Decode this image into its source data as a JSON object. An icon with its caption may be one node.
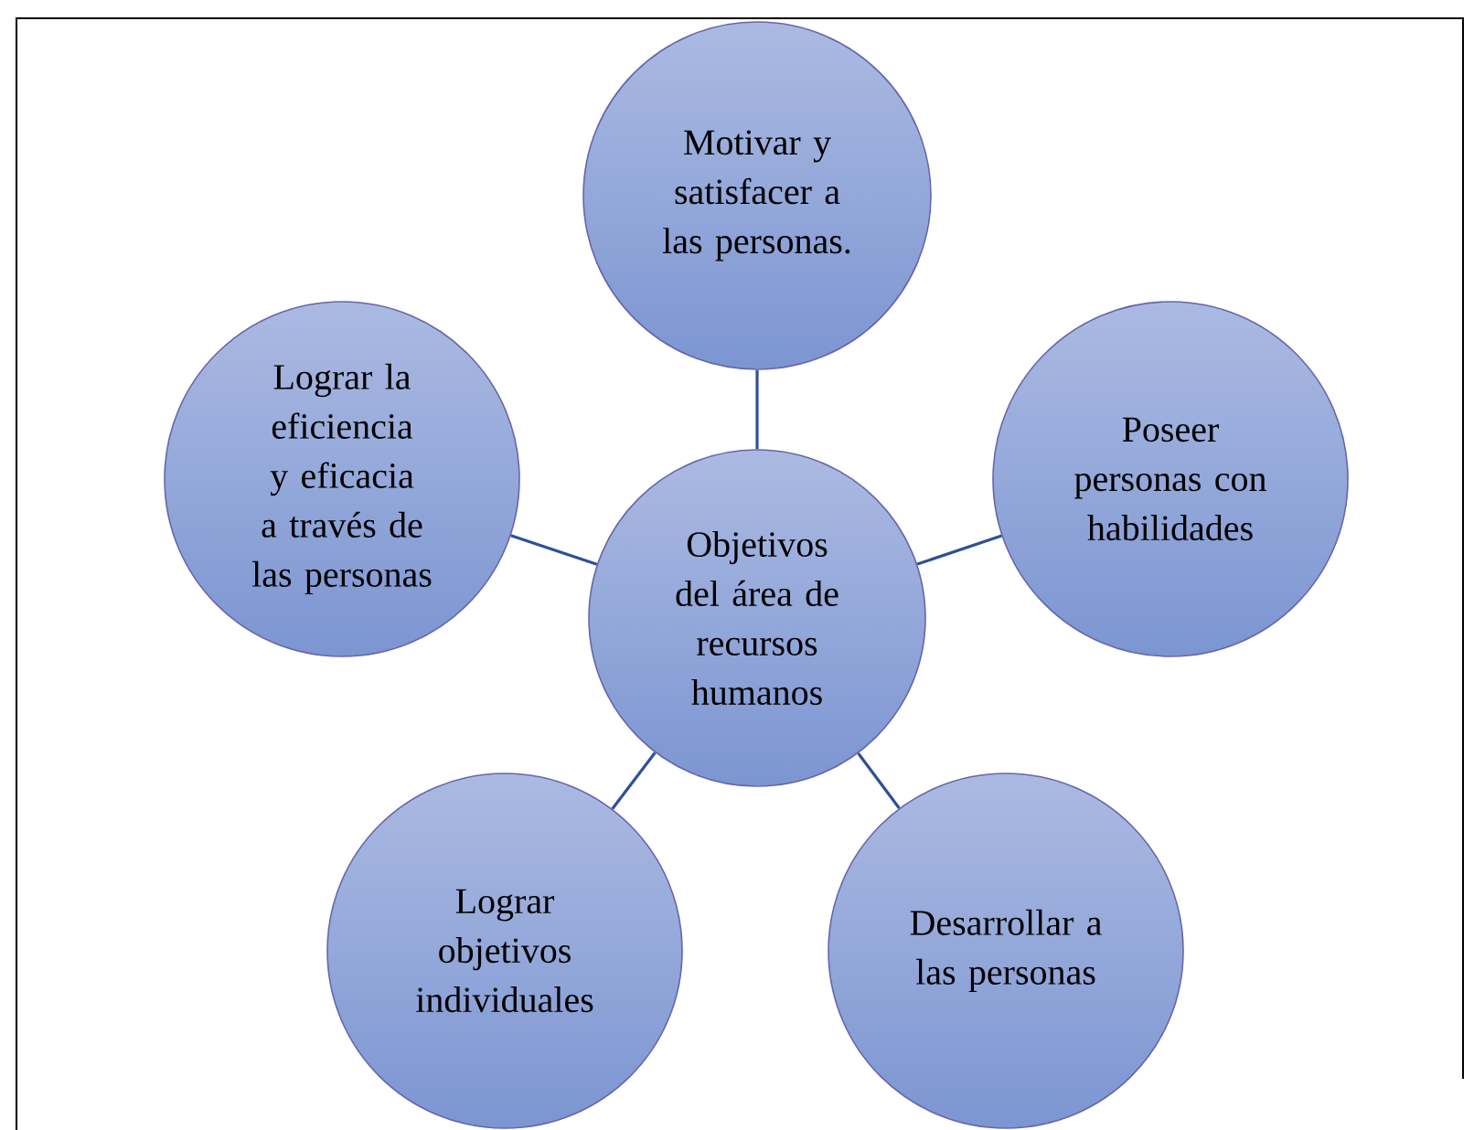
{
  "diagram": {
    "nodes": [
      {
        "text": [
          "Motivar y satisfacer a las personas."
        ]
      },
      {
        "text": [
          "Lograr la eficiencia y eficacia a través de las personas"
        ]
      },
      {
        "text": [
          "Objetivos del área de recursos humanos"
        ]
      },
      {
        "text": [
          "Poseer personas con habilidades"
        ]
      },
      {
        "text": [
          "Lograr objetivos individuales"
        ]
      },
      {
        "text": [
          "Desarrollar a las personas"
        ]
      }
    ],
    "edges": [
      {
        "from": 2,
        "to": 0,
        "arrow": "none"
      },
      {
        "from": 2,
        "to": 1,
        "arrow": "none"
      },
      {
        "from": 2,
        "to": 3,
        "arrow": "none"
      },
      {
        "from": 2,
        "to": 4,
        "arrow": "none"
      },
      {
        "from": 2,
        "to": 5,
        "arrow": "none"
      }
    ]
  }
}
